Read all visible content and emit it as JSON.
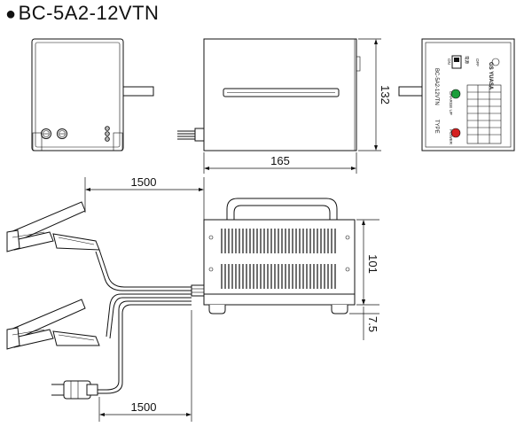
{
  "title": "BC-5A2-12VTN",
  "dimensions": {
    "width_top": "165",
    "height_front": "132",
    "height_side": "101",
    "foot_height": "7.5",
    "cable_output": "1500",
    "cable_input": "1500"
  },
  "panel": {
    "type_label": "TYPE",
    "model_label": "BC-5A2-12VTN",
    "brand": "GS YUASA",
    "power_label": "POWER",
    "charge_label": "CHARGE UP",
    "switch_on": "ON",
    "switch_off": "OFF",
    "switch_label": "電源"
  },
  "colors": {
    "led_green": "#1a9e3a",
    "led_red": "#d42020",
    "line": "#111111"
  }
}
